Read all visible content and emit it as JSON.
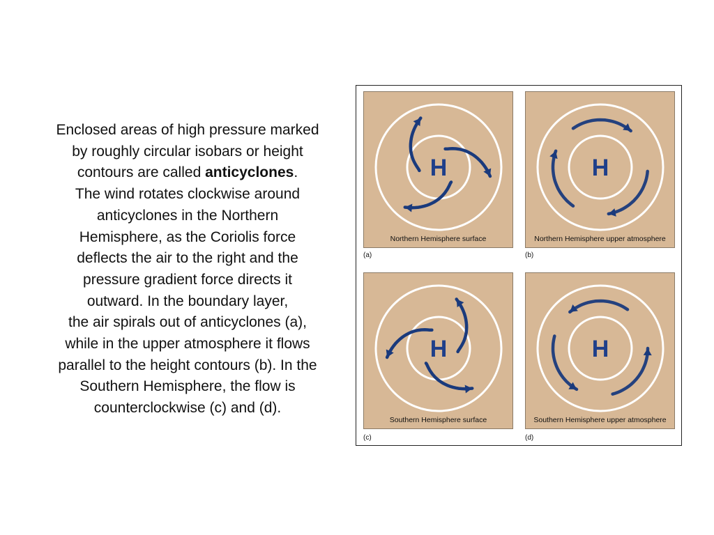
{
  "text": {
    "line1": "Enclosed areas of high pressure marked",
    "line2": "by roughly circular isobars or height",
    "line3_pre": "contours are called ",
    "line3_bold": "anticyclones",
    "line3_post": ".",
    "line4": "The wind rotates clockwise around",
    "line5": "anticyclones in the Northern",
    "line6": "Hemisphere, as the Coriolis force",
    "line7": "deflects the air to the right and the",
    "line8": "pressure gradient force directs it",
    "line9": "outward. In the boundary layer,",
    "line10": "the air spirals out of anticyclones (a),",
    "line11": "while in the upper atmosphere it flows",
    "line12": "parallel to the height contours (b). In the",
    "line13": "Southern Hemisphere, the flow is",
    "line14": "counterclockwise (c) and (d)."
  },
  "figure": {
    "colors": {
      "panel_bg": "#d7b896",
      "isobar": "#ffffff",
      "arrow": "#1a3a7c",
      "h_label": "#1f3f8a"
    },
    "panels": [
      {
        "id": "a",
        "letter": "(a)",
        "caption": "Northern Hemisphere surface",
        "center": "H"
      },
      {
        "id": "b",
        "letter": "(b)",
        "caption": "Northern Hemisphere upper atmosphere",
        "center": "H"
      },
      {
        "id": "c",
        "letter": "(c)",
        "caption": "Southern Hemisphere surface",
        "center": "H"
      },
      {
        "id": "d",
        "letter": "(d)",
        "caption": "Southern Hemisphere upper atmosphere",
        "center": "H"
      }
    ]
  }
}
